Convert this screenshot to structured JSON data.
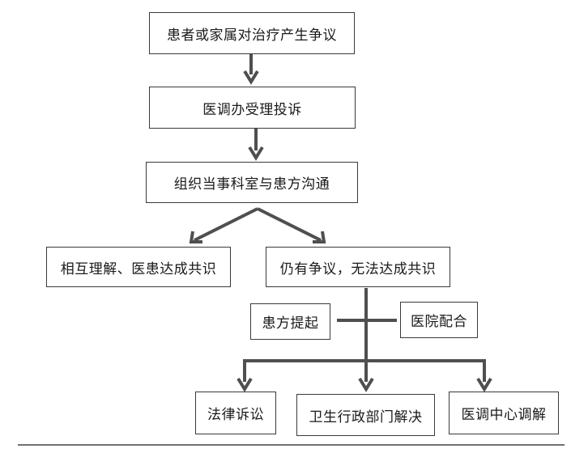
{
  "diagram": {
    "nodes": {
      "dispute": "患者或家属对治疗产生争议",
      "complaint": "医调办受理投诉",
      "communicate": "组织当事科室与患方沟通",
      "consensus": "相互理解、医患达成共识",
      "no_consensus": "仍有争议，无法达成共识",
      "patient_initiate": "患方提起",
      "hospital_cooperate": "医院配合",
      "litigation": "法律诉讼",
      "health_admin": "卫生行政部门解决",
      "mediation_center": "医调中心调解"
    }
  }
}
